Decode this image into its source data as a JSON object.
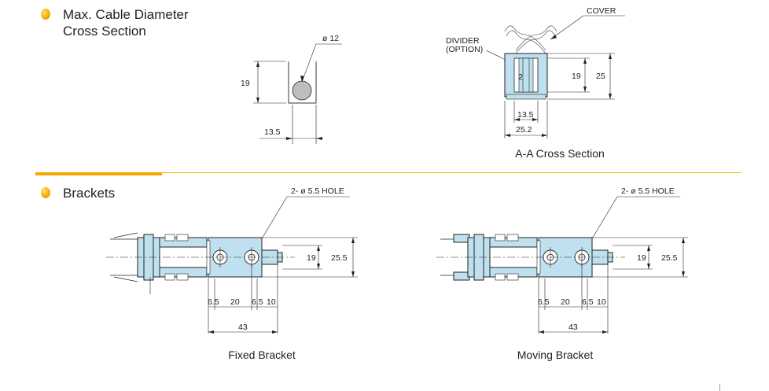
{
  "sections": {
    "cable": {
      "title_line1": "Max. Cable Diameter",
      "title_line2": "Cross Section"
    },
    "brackets": {
      "title": "Brackets"
    }
  },
  "colors": {
    "accent": "#f5a800",
    "part_fill": "#bfe1ef",
    "divider_line": "#f5b400"
  },
  "cable_section": {
    "diameter_label": "ø 12",
    "height_label": "19",
    "width_label": "13.5"
  },
  "aa_section": {
    "cover_label": "COVER",
    "divider_label_1": "DIVIDER",
    "divider_label_2": "(OPTION)",
    "gap_label": "2",
    "inner_height": "19",
    "outer_height": "25",
    "inner_width": "13.5",
    "outer_width": "25.2",
    "caption": "A-A Cross Section"
  },
  "fixed_bracket": {
    "hole_label": "2- ø 5.5 HOLE",
    "dims": {
      "a": "6.5",
      "b": "20",
      "c": "6.5",
      "d": "10",
      "total": "43",
      "h1": "19",
      "h2": "25.5"
    },
    "caption": "Fixed Bracket"
  },
  "moving_bracket": {
    "hole_label": "2- ø 5.5 HOLE",
    "dims": {
      "a": "6.5",
      "b": "20",
      "c": "6.5",
      "d": "10",
      "total": "43",
      "h1": "19",
      "h2": "25.5"
    },
    "caption": "Moving Bracket"
  }
}
